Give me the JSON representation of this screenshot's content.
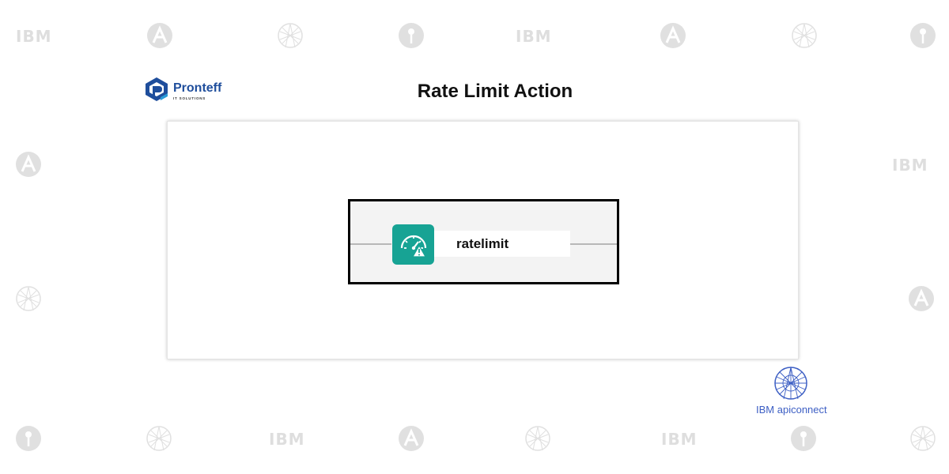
{
  "header": {
    "title": "Rate Limit Action",
    "brand_name": "Pronteff",
    "brand_tagline": "IT SOLUTIONS"
  },
  "flow": {
    "node_label": "ratelimit",
    "node_icon": "speedometer-warning-icon"
  },
  "footer": {
    "logo_prefix": "IBM ",
    "logo_product": "apiconnect"
  },
  "watermark": {
    "ibm_text": "IBM"
  },
  "colors": {
    "node_teal": "#17a394",
    "brand_blue": "#1f4e9c",
    "apic_blue": "#3d5fc4",
    "watermark_gray": "#d8d8d8"
  }
}
